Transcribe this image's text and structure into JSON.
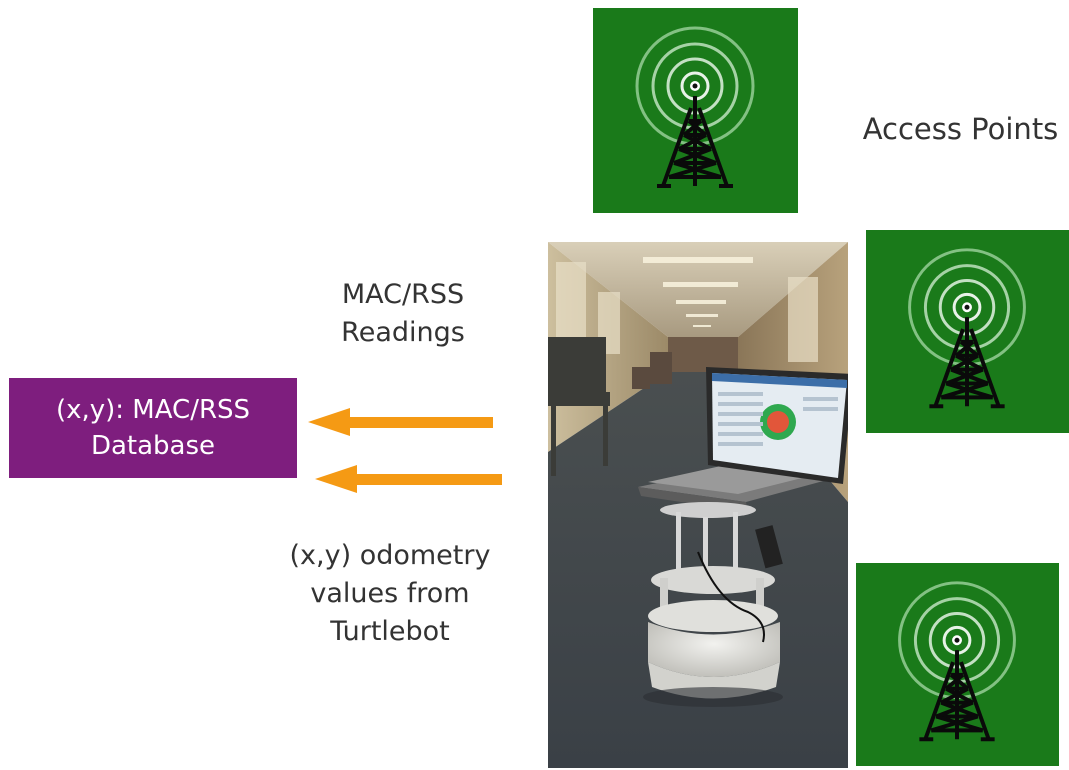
{
  "access_points_label": "Access Points",
  "readings_label": [
    "MAC/RSS",
    "Readings"
  ],
  "database": [
    "(x,y): MAC/RSS",
    "Database"
  ],
  "odometry_label": [
    "(x,y) odometry",
    "values from",
    "Turtlebot"
  ],
  "colors": {
    "tower_background": "#1a7a1a",
    "database_fill": "#7e1e7e",
    "arrow": "#f59a14"
  },
  "icons": {
    "access_point": "radio-tower-icon",
    "photo": "turtlebot-with-laptop-in-hallway"
  }
}
